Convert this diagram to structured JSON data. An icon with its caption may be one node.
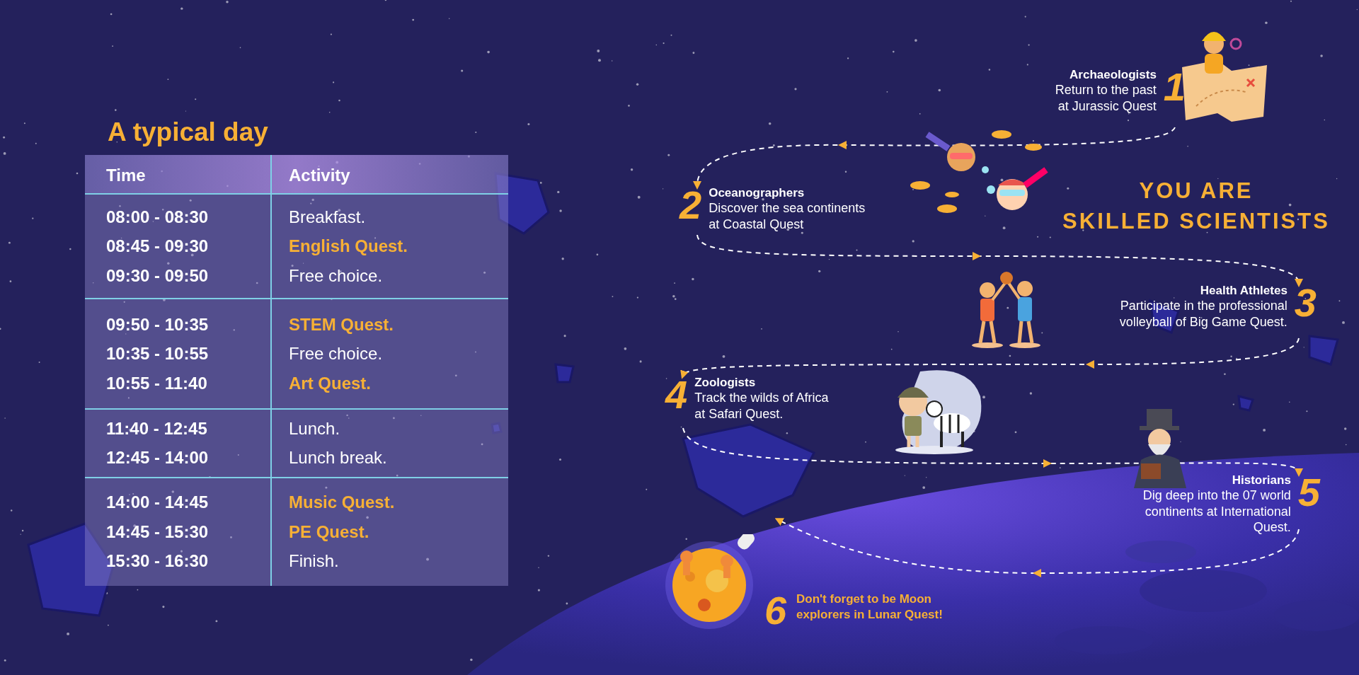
{
  "diagram": {
    "title": "YOU ARE SKILLED SCIENTISTS",
    "nodes": [
      {
        "text": [
          "Archaeologists",
          "Return to the past at Jurassic Quest"
        ],
        "beside": [
          "1"
        ]
      },
      {
        "text": [
          "Oceanographers",
          "Discover the sea continents at Coastal Quest"
        ],
        "beside": [
          "2"
        ]
      },
      {
        "text": [
          "Health Athletes",
          "Participate in the professional volleyball of Big Game Quest."
        ],
        "beside": [
          "3"
        ]
      },
      {
        "text": [
          "Zoologists",
          "Track the wilds of Africa at Safari Quest."
        ],
        "beside": [
          "4"
        ]
      },
      {
        "text": [
          "Historians",
          "Dig deep into the 07 world continents at International Quest."
        ],
        "beside": [
          "5"
        ]
      },
      {
        "text": [
          "Don't forget to be Moon explorers in Lunar Quest!"
        ],
        "beside": [
          "6"
        ]
      }
    ],
    "edges": [
      {
        "from": 0,
        "to": 1,
        "arrow": "to",
        "style": "dashed"
      },
      {
        "from": 1,
        "to": 2,
        "arrow": "to",
        "style": "dashed"
      },
      {
        "from": 2,
        "to": 3,
        "arrow": "to",
        "style": "dashed"
      },
      {
        "from": 3,
        "to": 4,
        "arrow": "to",
        "style": "dashed"
      },
      {
        "from": 4,
        "to": 5,
        "arrow": "to",
        "style": "dashed"
      }
    ],
    "labels": [
      "A typical day",
      "Time",
      "Activity",
      "08:00 - 08:30",
      "Breakfast.",
      "08:45 - 09:30",
      "English Quest.",
      "09:30 - 09:50",
      "Free choice.",
      "09:50 - 10:35",
      "STEM Quest.",
      "10:35 - 10:55",
      "Free choice.",
      "10:55 - 11:40",
      "Art Quest.",
      "11:40 - 12:45",
      "Lunch.",
      "12:45 - 14:00",
      "Lunch break.",
      "14:00 - 14:45",
      "Music Quest.",
      "14:45 - 15:30",
      "PE Quest.",
      "15:30 - 16:30",
      "Finish."
    ]
  }
}
